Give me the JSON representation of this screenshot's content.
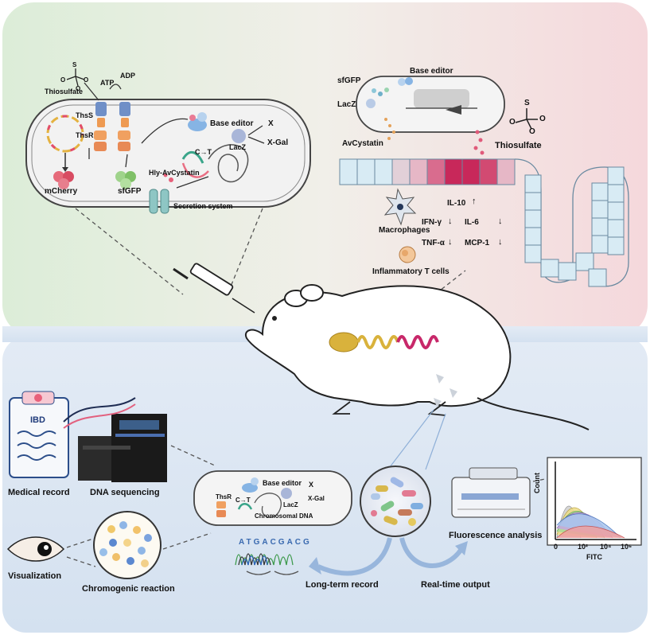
{
  "top_left_cell": {
    "thiosulfate": "Thiosulfate",
    "sulfur": "S",
    "oxygen": "O",
    "atp": "ATP",
    "adp": "ADP",
    "thss": "ThsS",
    "thsr": "ThsR",
    "base_editor": "Base editor",
    "c_to_t": "C→T",
    "lacz": "LacZ",
    "x": "X",
    "x_gal": "X-Gal",
    "hly_avcystatin": "Hly-AvCystatin",
    "mcherry": "mCherry",
    "sfgfp": "sfGFP",
    "secretion_system": "Secretion system"
  },
  "top_right_gut": {
    "sfgfp": "sfGFP",
    "base_editor": "Base editor",
    "lacz": "LacZ",
    "avcystatin": "AvCystatin",
    "thiosulfate": "Thiosulfate",
    "sulfur": "S",
    "oxygen": "O",
    "il10": "IL-10",
    "ifn_gamma": "IFN-γ",
    "il6": "IL-6",
    "tnf_alpha": "TNF-α",
    "mcp1": "MCP-1",
    "macrophages": "Macrophages",
    "inflammatory_t_cells": "Inflammatory T cells",
    "arrow_up": "↑",
    "arrow_down": "↓"
  },
  "bottom_left": {
    "ibd": "IBD",
    "medical_record": "Medical record",
    "dna_sequencing": "DNA sequencing",
    "visualization": "Visualization",
    "chromogenic_reaction": "Chromogenic reaction"
  },
  "bottom_center_cell": {
    "base_editor": "Base editor",
    "x": "X",
    "x_gal": "X-Gal",
    "thsr": "ThsR",
    "c_to_t": "C→T",
    "lacz": "LacZ",
    "chromosomal_dna": "Chromosomal DNA",
    "sequence": "ATGACGACG",
    "long_term_record": "Long-term record",
    "real_time_output": "Real-time output"
  },
  "bottom_right": {
    "fluorescence_analysis": "Fluorescence analysis",
    "ylabel": "Count",
    "xlabel": "FITC",
    "ticks": [
      "0",
      "10²",
      "10⁴",
      "10⁶"
    ]
  },
  "colors": {
    "bg_top_left": "#dfeedd",
    "bg_top_right": "#f3dcdf",
    "bg_bottom": "#dde6f2",
    "cell_fill": "#f4f4f4",
    "epithelium": "#cfe3ef",
    "inflamed": "#c8285a",
    "mouse": "#ffffff",
    "gut_yellow": "#d9b23c",
    "gut_red": "#c8286a"
  }
}
